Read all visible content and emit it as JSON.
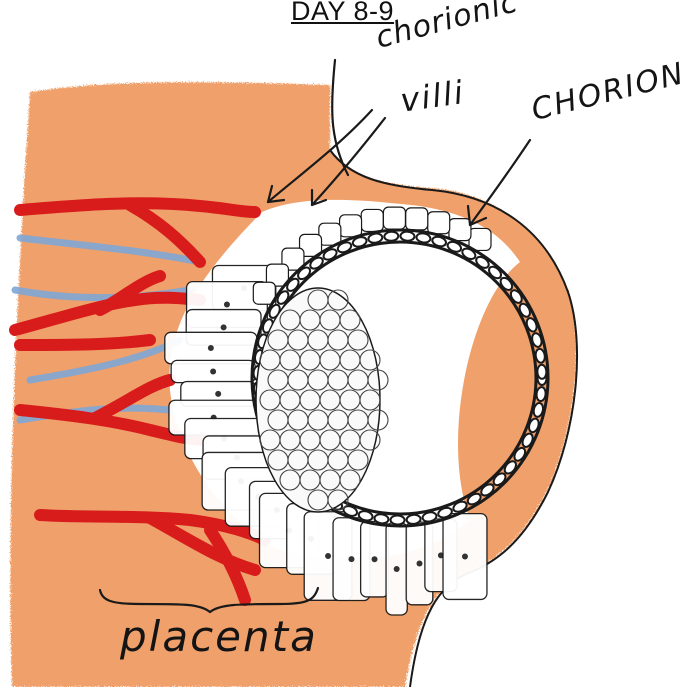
{
  "title": "DAY 8-9",
  "labels": {
    "chorionic": "chorionic",
    "villi": "villi",
    "chorion": "CHORION",
    "placenta": "placenta"
  },
  "colors": {
    "uterine_tissue": "#f0a06a",
    "artery": "#d81c1c",
    "vein": "#7fa6d6",
    "ink": "#1a1a1a",
    "background": "#ffffff"
  }
}
